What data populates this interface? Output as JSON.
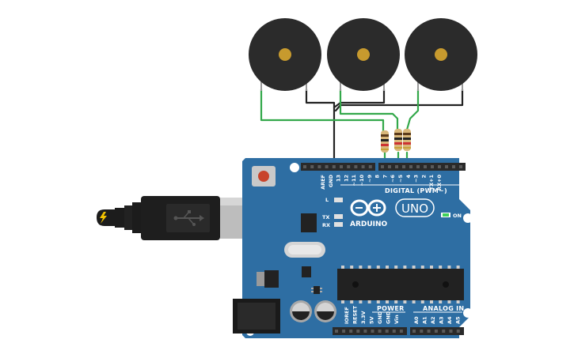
{
  "board": {
    "brand": "ARDUINO",
    "model": "UNO",
    "on_label": "ON",
    "digital_label": "DIGITAL (PWM~)",
    "power_label": "POWER",
    "analog_label": "ANALOG IN",
    "led_labels": [
      "L",
      "TX",
      "RX"
    ],
    "digital_pins": [
      "AREF",
      "GND",
      "13",
      "12",
      "~11",
      "~10",
      "~9",
      "8",
      "7",
      "~6",
      "~5",
      "4",
      "~3",
      "2",
      "TX+1",
      "RX+0"
    ],
    "power_pins": [
      "IOREF",
      "RESET",
      "3.3V",
      "5V",
      "GND",
      "GND",
      "Vin"
    ],
    "analog_pins": [
      "A0",
      "A1",
      "A2",
      "A3",
      "A4",
      "A5"
    ],
    "board_color": "#2e6ea3",
    "on_led_color": "#3fd15a"
  },
  "buzzers": [
    {
      "id": "buzzer-1"
    },
    {
      "id": "buzzer-2"
    },
    {
      "id": "buzzer-3"
    }
  ],
  "resistors": [
    {
      "id": "resistor-1"
    },
    {
      "id": "resistor-2"
    },
    {
      "id": "resistor-3"
    }
  ],
  "wire_colors": {
    "ground": "#222222",
    "signal": "#33a84a"
  },
  "usb_cable": {
    "icon": "usb-icon",
    "plug_icon": "lightning-icon"
  }
}
